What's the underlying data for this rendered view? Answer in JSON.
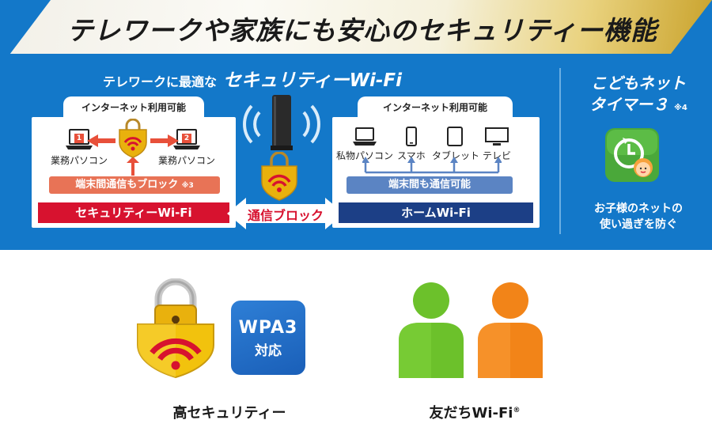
{
  "banner": {
    "title": "テレワークや家族にも安心のセキュリティー機能"
  },
  "panel": {
    "heading_sub": "テレワークに最適な",
    "heading_main": "セキュリティーWi-Fi",
    "left": {
      "tab": "インターネット利用可能",
      "devices": [
        {
          "num": "1",
          "label": "業務パソコン"
        },
        {
          "num": "2",
          "label": "業務パソコン"
        }
      ],
      "pill": "端末間通信もブロック",
      "pill_note": "※3",
      "bar": "セキュリティーWi-Fi"
    },
    "center": {
      "arrow_label": "通信ブロック"
    },
    "right": {
      "tab": "インターネット利用可能",
      "devices": [
        "私物パソコン",
        "スマホ",
        "タブレット",
        "テレビ"
      ],
      "pill": "端末間も通信可能",
      "bar": "ホームWi-Fi"
    },
    "kid": {
      "title_line1": "こどもネット",
      "title_line2": "タイマー３",
      "note": "※4",
      "desc_line1": "お子様のネットの",
      "desc_line2": "使い過ぎを防ぐ"
    }
  },
  "features": {
    "security_label": "高セキュリティー",
    "wpa_line1": "WPA3",
    "wpa_line2": "対応",
    "friends_label": "友だちWi-Fi",
    "friends_mark": "®"
  },
  "colors": {
    "panel_blue": "#1378c9",
    "security_red": "#d7122f",
    "home_navy": "#1c3f86",
    "shield_gold": "#e9b10d",
    "person_green": "#6cc12b",
    "person_orange": "#f28418"
  }
}
